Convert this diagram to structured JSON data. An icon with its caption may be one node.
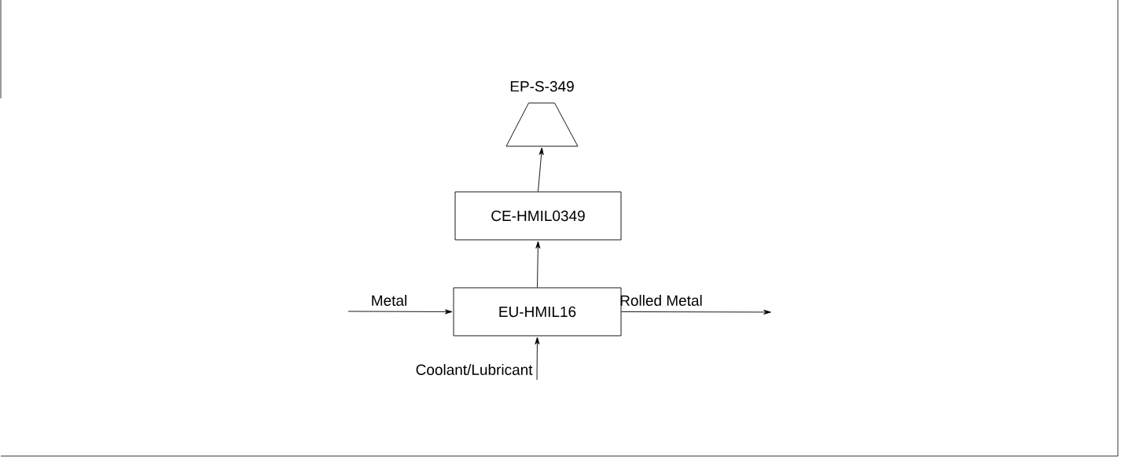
{
  "diagram": {
    "nodes": [
      {
        "text": [
          "EU-HMIL16"
        ]
      },
      {
        "text": [
          "CE-HMIL0349"
        ]
      },
      {
        "text": [
          "EP-S-349"
        ]
      }
    ],
    "edges": [
      {
        "from": null,
        "to": 0,
        "arrow": "to",
        "label": "Metal"
      },
      {
        "from": 0,
        "to": null,
        "arrow": "to",
        "label": "Rolled Metal"
      },
      {
        "from": null,
        "to": 0,
        "arrow": "to",
        "label": "Coolant/Lubricant"
      },
      {
        "from": 0,
        "to": 1,
        "arrow": "to"
      },
      {
        "from": 1,
        "to": 2,
        "arrow": "to"
      }
    ]
  }
}
